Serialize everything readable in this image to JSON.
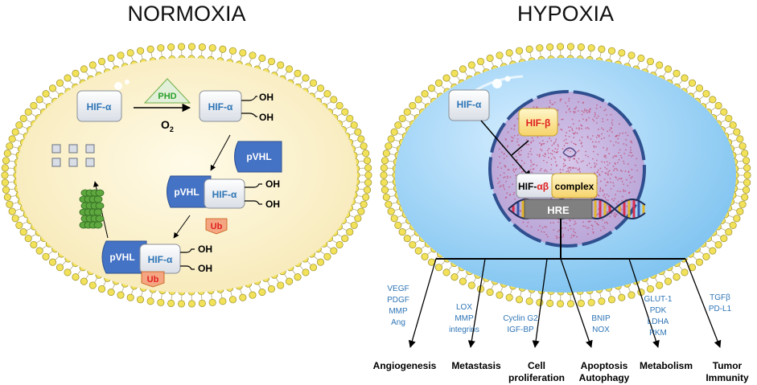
{
  "panels": {
    "normoxia": {
      "title": "NORMOXIA"
    },
    "hypoxia": {
      "title": "HYPOXIA"
    }
  },
  "normoxia": {
    "hif_alpha": "HIF-α",
    "phd": "PHD",
    "o2_main": "O",
    "o2_sub": "2",
    "oh": "OH",
    "pvhl": "pVHL",
    "ub": "Ub"
  },
  "hypoxia": {
    "hif_alpha": "HIF-α",
    "hif_beta": "HIF-β",
    "complex_prefix": "HIF-",
    "complex_ab": "αβ",
    "complex_label": "complex",
    "hre": "HRE"
  },
  "targets": [
    {
      "genes": [
        "VEGF",
        "PDGF",
        "MMP",
        "Ang"
      ],
      "outcome": [
        "Angiogenesis"
      ]
    },
    {
      "genes": [
        "LOX",
        "MMP",
        "integrins"
      ],
      "outcome": [
        "Metastasis"
      ]
    },
    {
      "genes": [
        "Cyclin G2",
        "IGF-BP"
      ],
      "outcome": [
        "Cell",
        "proliferation"
      ]
    },
    {
      "genes": [
        "BNIP",
        "NOX"
      ],
      "outcome": [
        "Apoptosis",
        "Autophagy"
      ]
    },
    {
      "genes": [
        "GLUT-1",
        "PDK",
        "LDHA",
        "PKM"
      ],
      "outcome": [
        "Metabolism"
      ]
    },
    {
      "genes": [
        "TGFβ",
        "PD-L1"
      ],
      "outcome": [
        "Tumor",
        "Immunity"
      ]
    }
  ],
  "colors": {
    "membrane_head": "#f2e25a",
    "membrane_stroke": "#9c8f2a",
    "cytoplasm_normoxia": "#fbf1c7",
    "cytoplasm_hypoxia": "#a9d8f7",
    "nucleus": "#c9b9e2",
    "pvhl_blue": "#4472c4",
    "hif_text": "#2e75b6",
    "hif_beta_text": "#e02020",
    "ub_fill": "#f4a582",
    "ub_text": "#e02020",
    "phd_fill": "#e2f0d9",
    "phd_text": "#2ca02c",
    "gene_text": "#2e75b6",
    "proteasome": "#5fa83f"
  }
}
